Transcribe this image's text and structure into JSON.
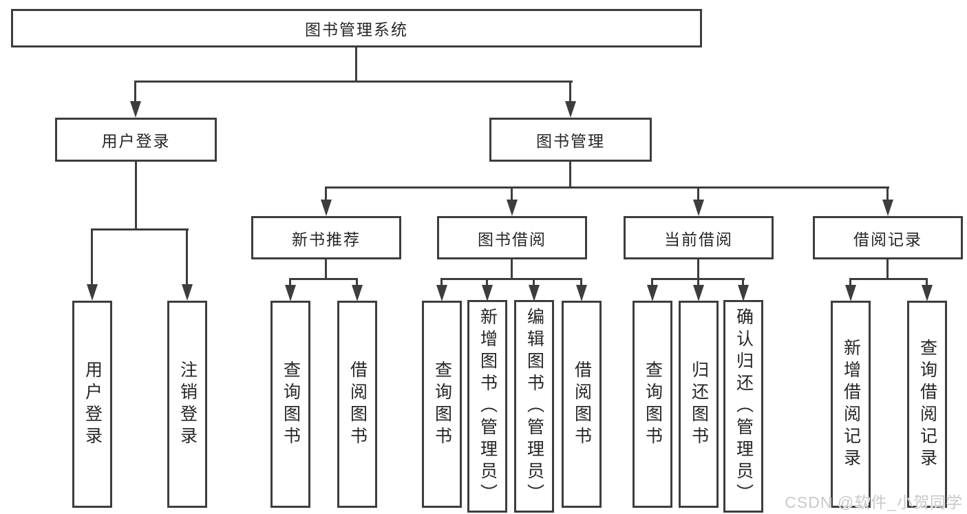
{
  "diagram": {
    "title_node": {
      "label": "图书管理系统"
    },
    "level2": [
      {
        "label": "用户登录"
      },
      {
        "label": "图书管理"
      }
    ],
    "level3": [
      {
        "label": "新书推荐"
      },
      {
        "label": "图书借阅"
      },
      {
        "label": "当前借阅"
      },
      {
        "label": "借阅记录"
      }
    ],
    "leaves": {
      "user_login": [
        "用户登录",
        "注销登录"
      ],
      "new_book": [
        "查询图书",
        "借阅图书"
      ],
      "book_borrow": [
        "查询图书",
        "新增图书（管理员）",
        "编辑图书（管理员）",
        "借阅图书"
      ],
      "current_borrow": [
        "查询图书",
        "归还图书",
        "确认归还（管理员）"
      ],
      "borrow_records": [
        "新增借阅记录",
        "查询借阅记录"
      ]
    }
  },
  "watermark": {
    "text": "CSDN @软件_小贺同学"
  },
  "colors": {
    "background": "#ffffff",
    "box_border": "#3d3d3d",
    "connector_line": "#3d3d3d",
    "text": "#262626",
    "watermark": "#c9c9c9"
  }
}
